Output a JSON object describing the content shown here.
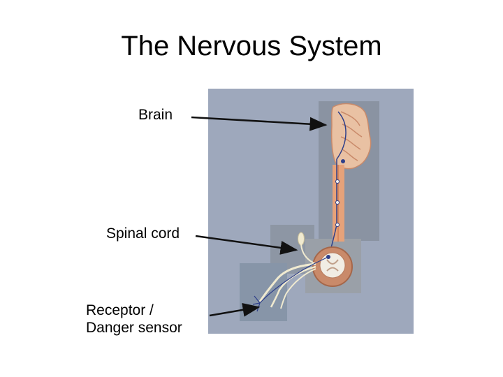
{
  "title": "The Nervous System",
  "labels": {
    "brain": "Brain",
    "spinal_cord": "Spinal cord",
    "receptor_line1": "Receptor /",
    "receptor_line2": "Danger sensor"
  },
  "colors": {
    "panel_bg": "#9ea8bc",
    "inset_dark": "#8a93a2",
    "inset_light": "#9aa0a8",
    "brain": "#e9c1a3",
    "cord": "#e6a27a",
    "nerve": "#f0ead0",
    "neuron": "#2e3f8a",
    "arrow": "#111111"
  }
}
